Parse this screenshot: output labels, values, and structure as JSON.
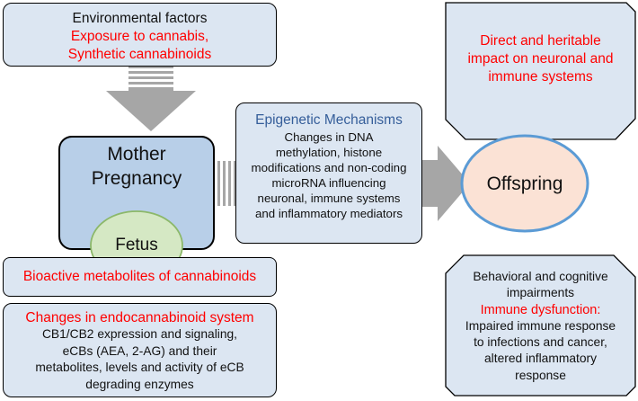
{
  "env_box": {
    "line1": "Environmental factors",
    "line2": "Exposure to cannabis,",
    "line3": "Synthetic cannabinoids"
  },
  "mother_box": {
    "line1": "Mother",
    "line2": "Pregnancy"
  },
  "fetus_label": "Fetus",
  "epi_box": {
    "title": "Epigenetic Mechanisms",
    "lines": [
      "Changes in DNA",
      "methylation, histone",
      "modifications and non-coding",
      "microRNA influencing",
      "neuronal, immune systems",
      "and inflammatory mediators"
    ]
  },
  "offspring_label": "Offspring",
  "direct_box": {
    "lines": [
      "Direct and heritable",
      "impact on neuronal and",
      "immune systems"
    ]
  },
  "bioactive_box": {
    "text": "Bioactive metabolites of cannabinoids"
  },
  "endo_box": {
    "title": "Changes in endocannabinoid system",
    "lines": [
      "CB1/CB2 expression and signaling,",
      "eCBs (AEA, 2-AG) and their",
      "metabolites, levels and activity of eCB",
      "degrading enzymes"
    ]
  },
  "behavior_box": {
    "line1": "Behavioral and cognitive",
    "line2": "impairments",
    "red_title": "Immune dysfunction:",
    "lines": [
      "Impaired immune response",
      "to infections and cancer,",
      "altered inflammatory",
      "response"
    ]
  },
  "colors": {
    "box_fill": "#dce6f2",
    "mother_fill": "#b8cfe8",
    "fetus_fill": "#d5e8c4",
    "fetus_stroke": "#8cb86a",
    "offspring_fill": "#fbe2d5",
    "offspring_stroke": "#5b9bd5",
    "arrow": "#a6a6a6",
    "highlight": "#ff0000",
    "title_blue": "#355e9a"
  }
}
